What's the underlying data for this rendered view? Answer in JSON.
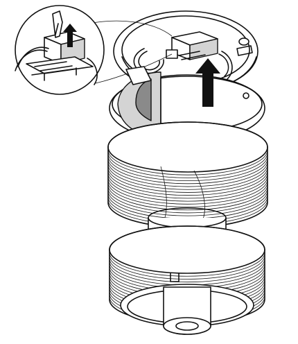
{
  "figure": {
    "subject": "ceiling-mount-assembly-installation",
    "callout": "detail-magnifier-inset",
    "arrows": [
      "lift-tab-arrow",
      "push-up-arrow"
    ]
  },
  "colors": {
    "line": "#111111",
    "fill": "#ffffff",
    "shade": "#d4d4d4",
    "dark_shade": "#8a8a8a",
    "arrow": "#111111"
  },
  "threads": {
    "upper_ring_grooves": 18,
    "lower_ring_grooves": 16
  }
}
